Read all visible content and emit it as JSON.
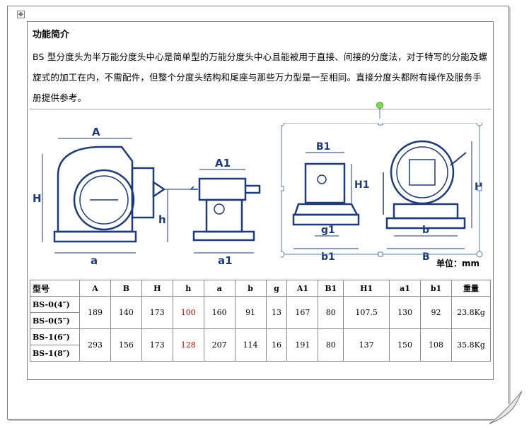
{
  "intro": {
    "title": "功能简介",
    "text": "BS 型分度头为半万能分度头中心是简单型的万能分度头中心且能被用于直接、间接的分度法，对于特写的分能及螺旋式的加工在内，不需配件，但整个分度头结构和尾座与那些万力型是一至相同。直接分度头都附有操作及服务手册提供参考。"
  },
  "unit_label": "单位：mm",
  "figure_labels": {
    "A": "A",
    "H": "H",
    "h": "h",
    "a": "a",
    "A1": "A1",
    "a1": "a1",
    "B1": "B1",
    "H1": "H1",
    "g1": "g1",
    "b1": "b1",
    "b": "b",
    "B": "B"
  },
  "table": {
    "headers": [
      "型号",
      "A",
      "B",
      "H",
      "h",
      "a",
      "b",
      "g",
      "A1",
      "B1",
      "H1",
      "a1",
      "b1",
      "重量"
    ],
    "groups": [
      {
        "models": [
          "BS-0(4″)",
          "BS-0(5″)"
        ],
        "values": [
          "189",
          "140",
          "173",
          "100",
          "160",
          "91",
          "13",
          "167",
          "80",
          "107.5",
          "130",
          "92",
          "23.8Kg"
        ]
      },
      {
        "models": [
          "BS-1(6″)",
          "BS-1(8″)"
        ],
        "values": [
          "293",
          "156",
          "173",
          "128",
          "207",
          "114",
          "16",
          "191",
          "80",
          "137",
          "150",
          "108",
          "35.8Kg"
        ]
      }
    ]
  }
}
